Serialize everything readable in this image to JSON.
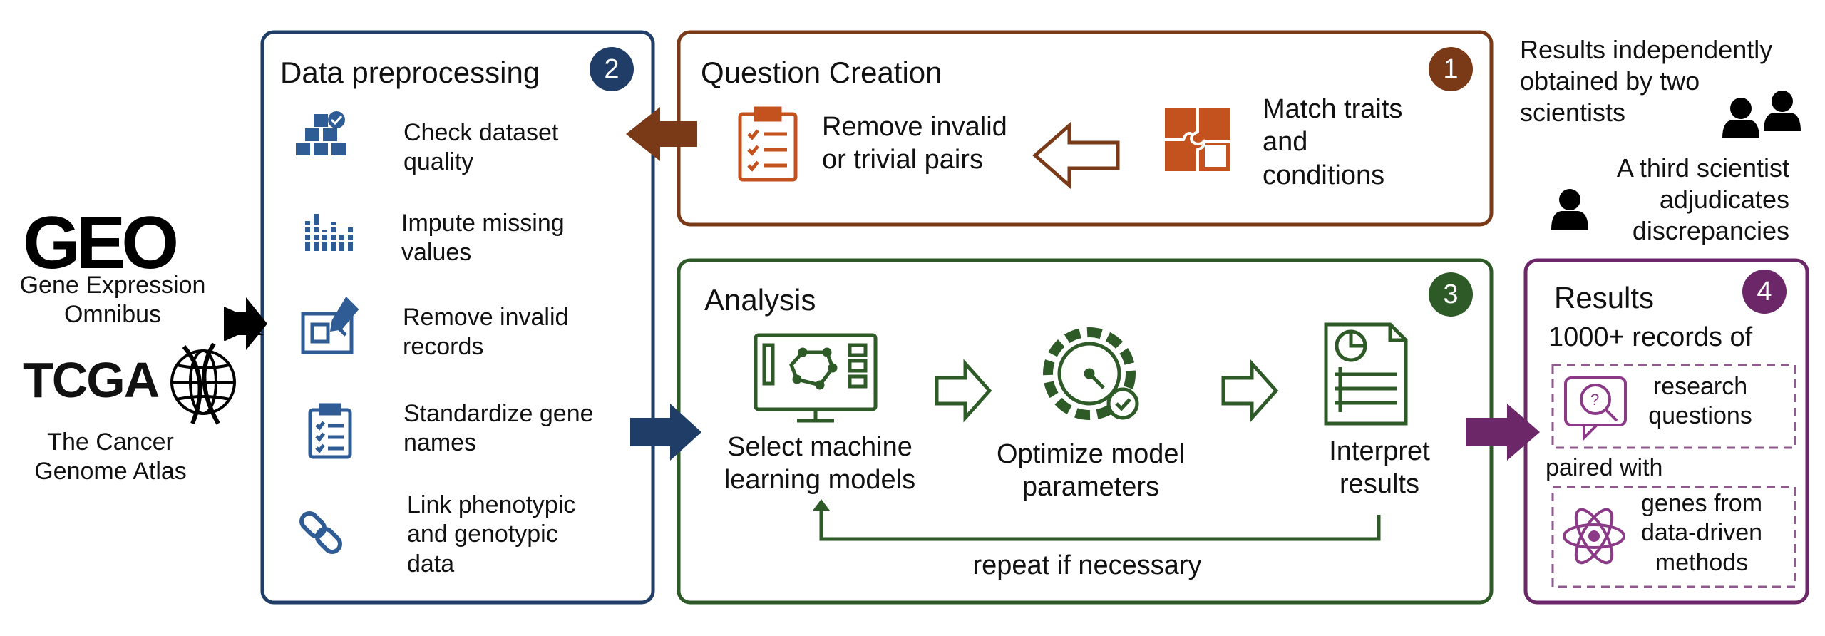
{
  "sources": {
    "geo_logo": "GEO",
    "geo_name": "Gene Expression\nOmnibus",
    "tcga_logo": "TCGA",
    "tcga_name": "The Cancer\nGenome Atlas"
  },
  "preprocessing": {
    "title": "Data preprocessing",
    "badge": "2",
    "steps": [
      {
        "label": "Check dataset\nquality",
        "icon": "boxes-check-icon"
      },
      {
        "label": "Impute missing\nvalues",
        "icon": "bar-grid-icon"
      },
      {
        "label": "Remove invalid\nrecords",
        "icon": "blueprint-edit-icon"
      },
      {
        "label": "Standardize gene\nnames",
        "icon": "clipboard-checklist-icon"
      },
      {
        "label": "Link phenotypic\nand genotypic\ndata",
        "icon": "chain-link-icon"
      }
    ]
  },
  "question_creation": {
    "title": "Question Creation",
    "badge": "1",
    "remove_label": "Remove invalid\nor trivial pairs",
    "match_label": "Match traits\nand\nconditions"
  },
  "analysis": {
    "title": "Analysis",
    "badge": "3",
    "steps": [
      {
        "label": "Select machine\nlearning models",
        "icon": "monitor-network-icon"
      },
      {
        "label": "Optimize model\nparameters",
        "icon": "gear-gauge-icon"
      },
      {
        "label": "Interpret\nresults",
        "icon": "report-chart-icon"
      }
    ],
    "loop_label": "repeat if necessary"
  },
  "scientists": {
    "two_label": "Results independently\nobtained by two\nscientists",
    "third_label": "A third scientist\nadjudicates\ndiscrepancies"
  },
  "results": {
    "title": "Results",
    "badge": "4",
    "records_label": "1000+ records of",
    "questions_label": "research\nquestions",
    "paired_label": "paired with",
    "genes_label": "genes from\ndata-driven\nmethods"
  },
  "colors": {
    "blue": "#1f3d66",
    "brown": "#7a3a17",
    "orange": "#c4521f",
    "green": "#2d5a27",
    "purple": "#6b2768"
  }
}
